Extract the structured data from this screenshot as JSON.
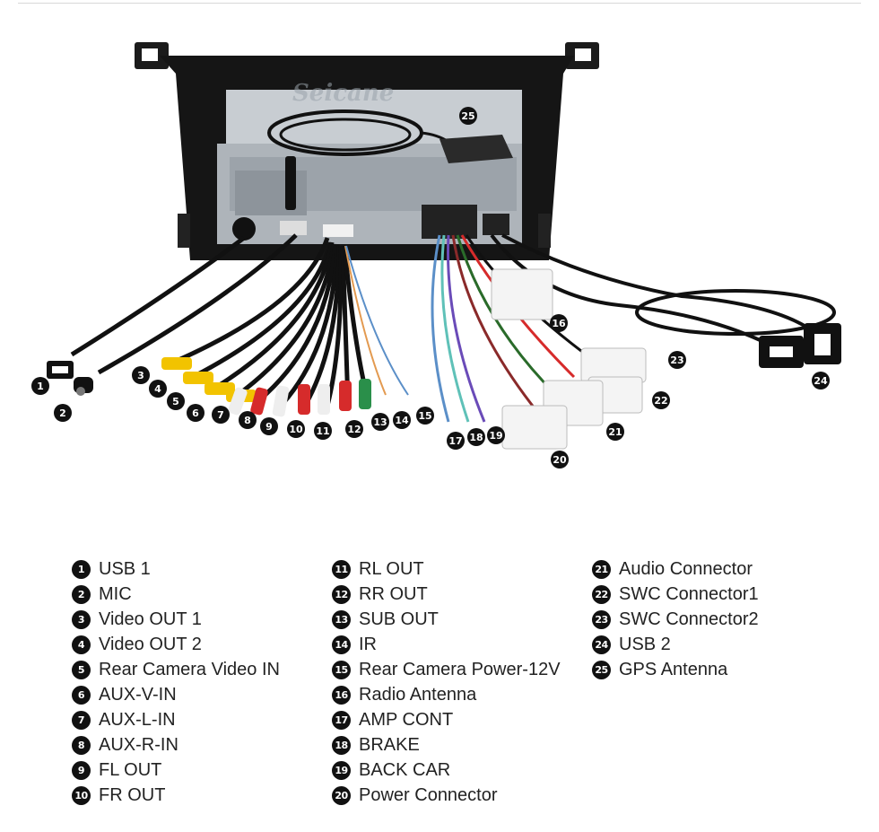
{
  "watermark": "Seicane",
  "callouts": [
    "1",
    "2",
    "3",
    "4",
    "5",
    "6",
    "7",
    "8",
    "9",
    "10",
    "11",
    "12",
    "13",
    "14",
    "15",
    "16",
    "17",
    "18",
    "19",
    "20",
    "21",
    "22",
    "23",
    "24",
    "25"
  ],
  "legend": {
    "col1": [
      {
        "num": "1",
        "label": "USB 1"
      },
      {
        "num": "2",
        "label": "MIC"
      },
      {
        "num": "3",
        "label": "Video OUT 1"
      },
      {
        "num": "4",
        "label": "Video OUT 2"
      },
      {
        "num": "5",
        "label": "Rear Camera Video IN"
      },
      {
        "num": "6",
        "label": "AUX-V-IN"
      },
      {
        "num": "7",
        "label": "AUX-L-IN"
      },
      {
        "num": "8",
        "label": "AUX-R-IN"
      },
      {
        "num": "9",
        "label": "FL OUT"
      },
      {
        "num": "10",
        "label": "FR OUT"
      }
    ],
    "col2": [
      {
        "num": "11",
        "label": "RL OUT"
      },
      {
        "num": "12",
        "label": "RR OUT"
      },
      {
        "num": "13",
        "label": "SUB OUT"
      },
      {
        "num": "14",
        "label": "IR"
      },
      {
        "num": "15",
        "label": "Rear Camera Power-12V"
      },
      {
        "num": "16",
        "label": "Radio Antenna"
      },
      {
        "num": "17",
        "label": "AMP CONT"
      },
      {
        "num": "18",
        "label": "BRAKE"
      },
      {
        "num": "19",
        "label": "BACK CAR"
      },
      {
        "num": "20",
        "label": "Power Connector"
      }
    ],
    "col3": [
      {
        "num": "21",
        "label": "Audio Connector"
      },
      {
        "num": "22",
        "label": "SWC Connector1"
      },
      {
        "num": "23",
        "label": "SWC Connector2"
      },
      {
        "num": "24",
        "label": "USB 2"
      },
      {
        "num": "25",
        "label": "GPS Antenna"
      }
    ]
  }
}
